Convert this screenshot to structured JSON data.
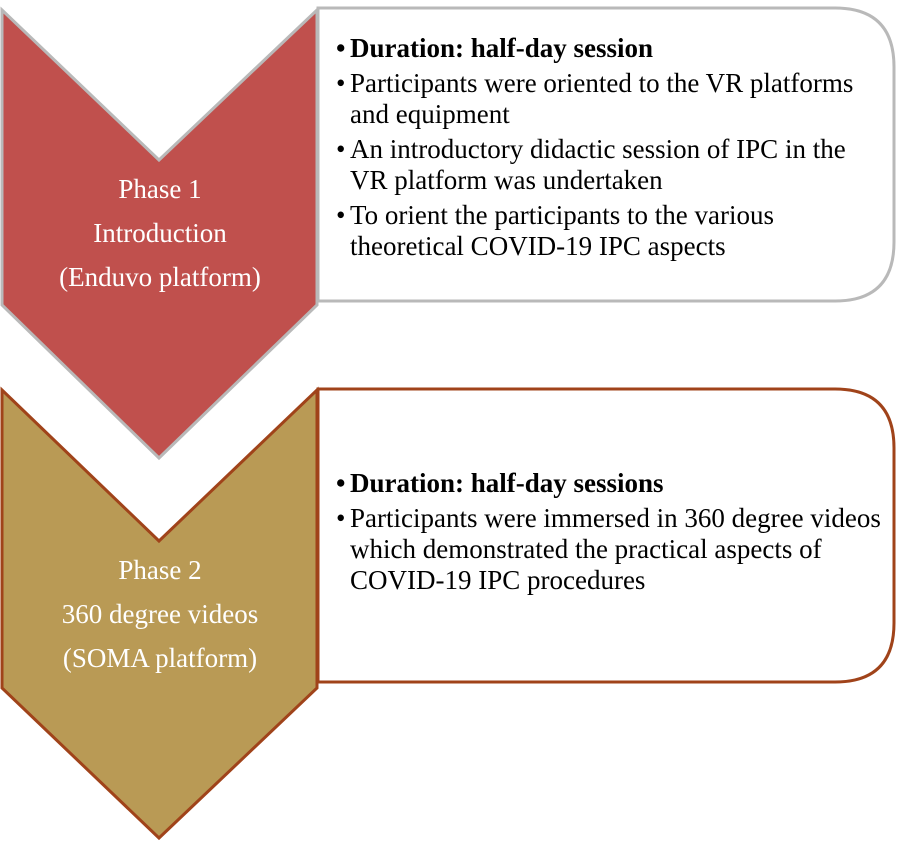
{
  "colors": {
    "phase1_fill": "#c0504d",
    "phase1_border": "#b9b9b9",
    "phase2_fill": "#b99a55",
    "phase2_border": "#a0431a",
    "text_dark": "#000000",
    "text_light": "#ffffff"
  },
  "phases": [
    {
      "label": [
        "Phase 1",
        "Introduction",
        "(Enduvo platform)"
      ],
      "bullets": [
        "Duration: half-day session",
        "Participants were oriented to the VR platforms and equipment",
        "An introductory didactic session of IPC in the VR platform was undertaken",
        "To orient the participants to the various theoretical COVID-19 IPC aspects"
      ]
    },
    {
      "label": [
        "Phase 2",
        "360 degree videos",
        "(SOMA platform)"
      ],
      "bullets": [
        "Duration: half-day sessions",
        "Participants were immersed in 360 degree videos which demonstrated the practical aspects of COVID-19 IPC procedures"
      ]
    }
  ]
}
